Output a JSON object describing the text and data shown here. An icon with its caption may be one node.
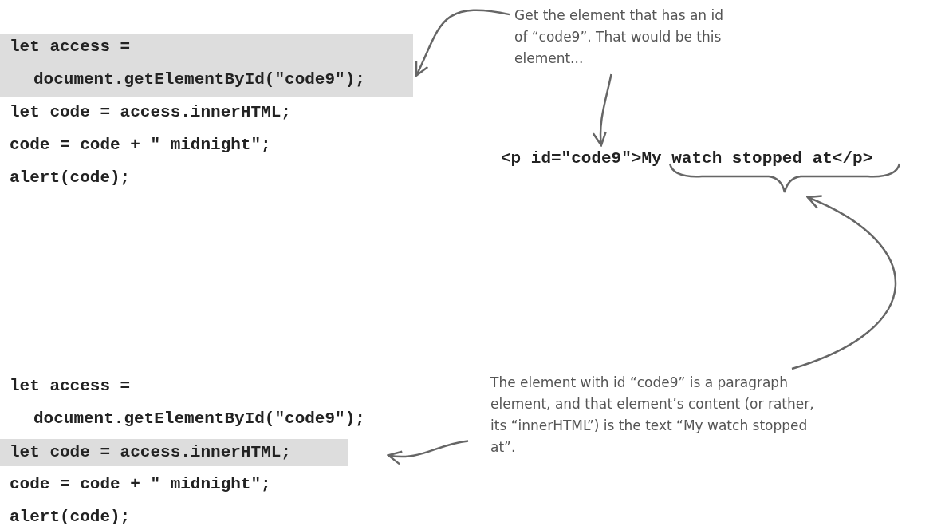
{
  "diagram": {
    "nodes": [
      {
        "text": [
          "let access =",
          "document.getElementById(\"code9\");"
        ]
      },
      {
        "text": [
          "Get the element that has an id of “code9”. That would be this element..."
        ]
      },
      {
        "text": [
          "<p id=\"code9\">My watch stopped at</p>"
        ]
      },
      {
        "text": [],
        "shape": "brace"
      },
      {
        "text": [
          "The element with id “code9” is a paragraph element, and that element’s content (or rather, its “innerHTML”) is the text “My watch stopped at”."
        ]
      },
      {
        "text": [
          "let code = access.innerHTML;"
        ]
      }
    ],
    "edges": [
      {
        "from": 1,
        "to": 0,
        "arrow": "to"
      },
      {
        "from": 1,
        "to": 2,
        "arrow": "to"
      },
      {
        "from": 4,
        "to": 3,
        "arrow": "to"
      },
      {
        "from": 4,
        "to": 5,
        "arrow": "to"
      }
    ],
    "labels": [
      "let code = access.innerHTML;",
      "code = code + \" midnight\";",
      "alert(code);",
      "let access =",
      "document.getElementById(\"code9\");",
      "code = code + \" midnight\";",
      "alert(code);"
    ]
  }
}
